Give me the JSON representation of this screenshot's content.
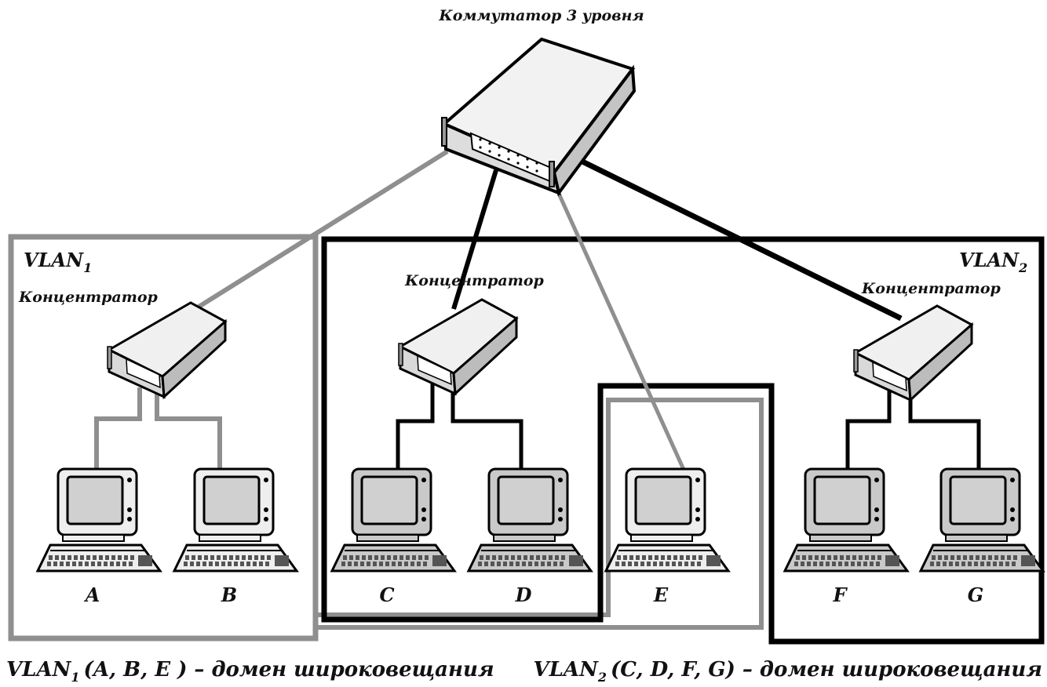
{
  "title": "Коммутатор 3 уровня",
  "colors": {
    "vlan1": "#8f8f8f",
    "vlan2": "#000000",
    "device_light": "#eeeeee",
    "device_dark": "#c9c9c9"
  },
  "vlans": {
    "vlan1": {
      "name": "VLAN",
      "index": "1"
    },
    "vlan2": {
      "name": "VLAN",
      "index": "2"
    }
  },
  "hubs": [
    {
      "id": "hub-1",
      "label": "Концентратор",
      "vlan": "vlan1"
    },
    {
      "id": "hub-2",
      "label": "Концентратор",
      "vlan": "vlan2"
    },
    {
      "id": "hub-3",
      "label": "Концентратор",
      "vlan": "vlan2"
    }
  ],
  "computers": [
    {
      "label": "A",
      "vlan": "vlan1"
    },
    {
      "label": "B",
      "vlan": "vlan1"
    },
    {
      "label": "C",
      "vlan": "vlan2"
    },
    {
      "label": "D",
      "vlan": "vlan2"
    },
    {
      "label": "E",
      "vlan": "vlan1"
    },
    {
      "label": "F",
      "vlan": "vlan2"
    },
    {
      "label": "G",
      "vlan": "vlan2"
    }
  ],
  "captions": {
    "vlan1": {
      "prefix": "VLAN",
      "index": "1",
      "text": "(A, B, E ) – домен широковещания"
    },
    "vlan2": {
      "prefix": "VLAN",
      "index": "2",
      "text": "(C, D, F, G) – домен широковещания"
    }
  }
}
